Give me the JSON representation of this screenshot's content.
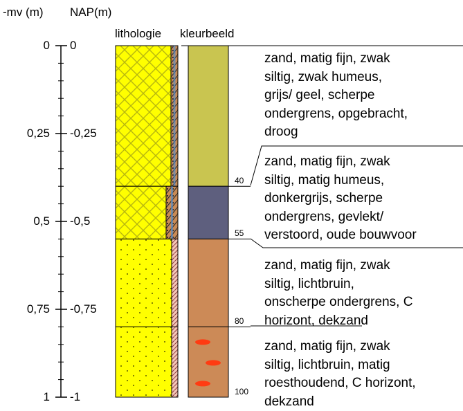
{
  "header": {
    "mv_label": "-mv (m)",
    "nap_label": "NAP(m)",
    "lithology_label": "lithologie",
    "color_label": "kleurbeeld"
  },
  "mv_ticks": [
    "0",
    "0,25",
    "0,5",
    "0,75",
    "1"
  ],
  "nap_ticks": [
    "0",
    "-0,25",
    "-0,5",
    "-0,75",
    "-1"
  ],
  "layers": [
    {
      "top_cm": 0,
      "bottom_cm": 40,
      "bottom_label": "40",
      "lithology": "sand-humic",
      "color": "#c9c550",
      "description": "zand, matig fijn, zwak siltig, zwak humeus, grijs/ geel, scherpe ondergrens, opgebracht, droog",
      "lines": [
        "zand, matig fijn, zwak",
        "siltig, zwak humeus,",
        "grijs/ geel, scherpe",
        "ondergrens, opgebracht,",
        "droog"
      ]
    },
    {
      "top_cm": 40,
      "bottom_cm": 55,
      "bottom_label": "55",
      "lithology": "sand-humic",
      "color": "#5e5f7e",
      "description": "zand, matig fijn, zwak siltig, matig humeus, donkergrijs, scherpe ondergrens, gevlekt/ verstoord, oude bouwvoor",
      "lines": [
        "zand, matig fijn, zwak",
        "siltig, matig humeus,",
        "donkergrijs, scherpe",
        "ondergrens, gevlekt/",
        "verstoord, oude bouwvoor"
      ]
    },
    {
      "top_cm": 55,
      "bottom_cm": 80,
      "bottom_label": "80",
      "lithology": "sand",
      "color": "#cc8a57",
      "description": "zand, matig fijn, zwak siltig, lichtbruin, onscherpe ondergrens, C horizont, dekzand",
      "lines": [
        "zand, matig fijn, zwak",
        "siltig, lichtbruin,",
        "onscherpe ondergrens, C",
        "horizont, dekzand"
      ]
    },
    {
      "top_cm": 80,
      "bottom_cm": 100,
      "bottom_label": "100",
      "lithology": "sand",
      "color": "#cc8a57",
      "description": "zand, matig fijn, zwak siltig, lichtbruin, matig roesthoudend, C horizont, dekzand",
      "lines": [
        "zand, matig fijn, zwak",
        "siltig, lichtbruin, matig",
        "roesthoudend, C horizont,",
        "dekzand"
      ]
    }
  ],
  "colors": {
    "sand_fill": "#ffff00",
    "humus_pattern": "#e2e24a",
    "rust_mottle": "#ff3b12",
    "strip_fill": "#d4a27a"
  }
}
